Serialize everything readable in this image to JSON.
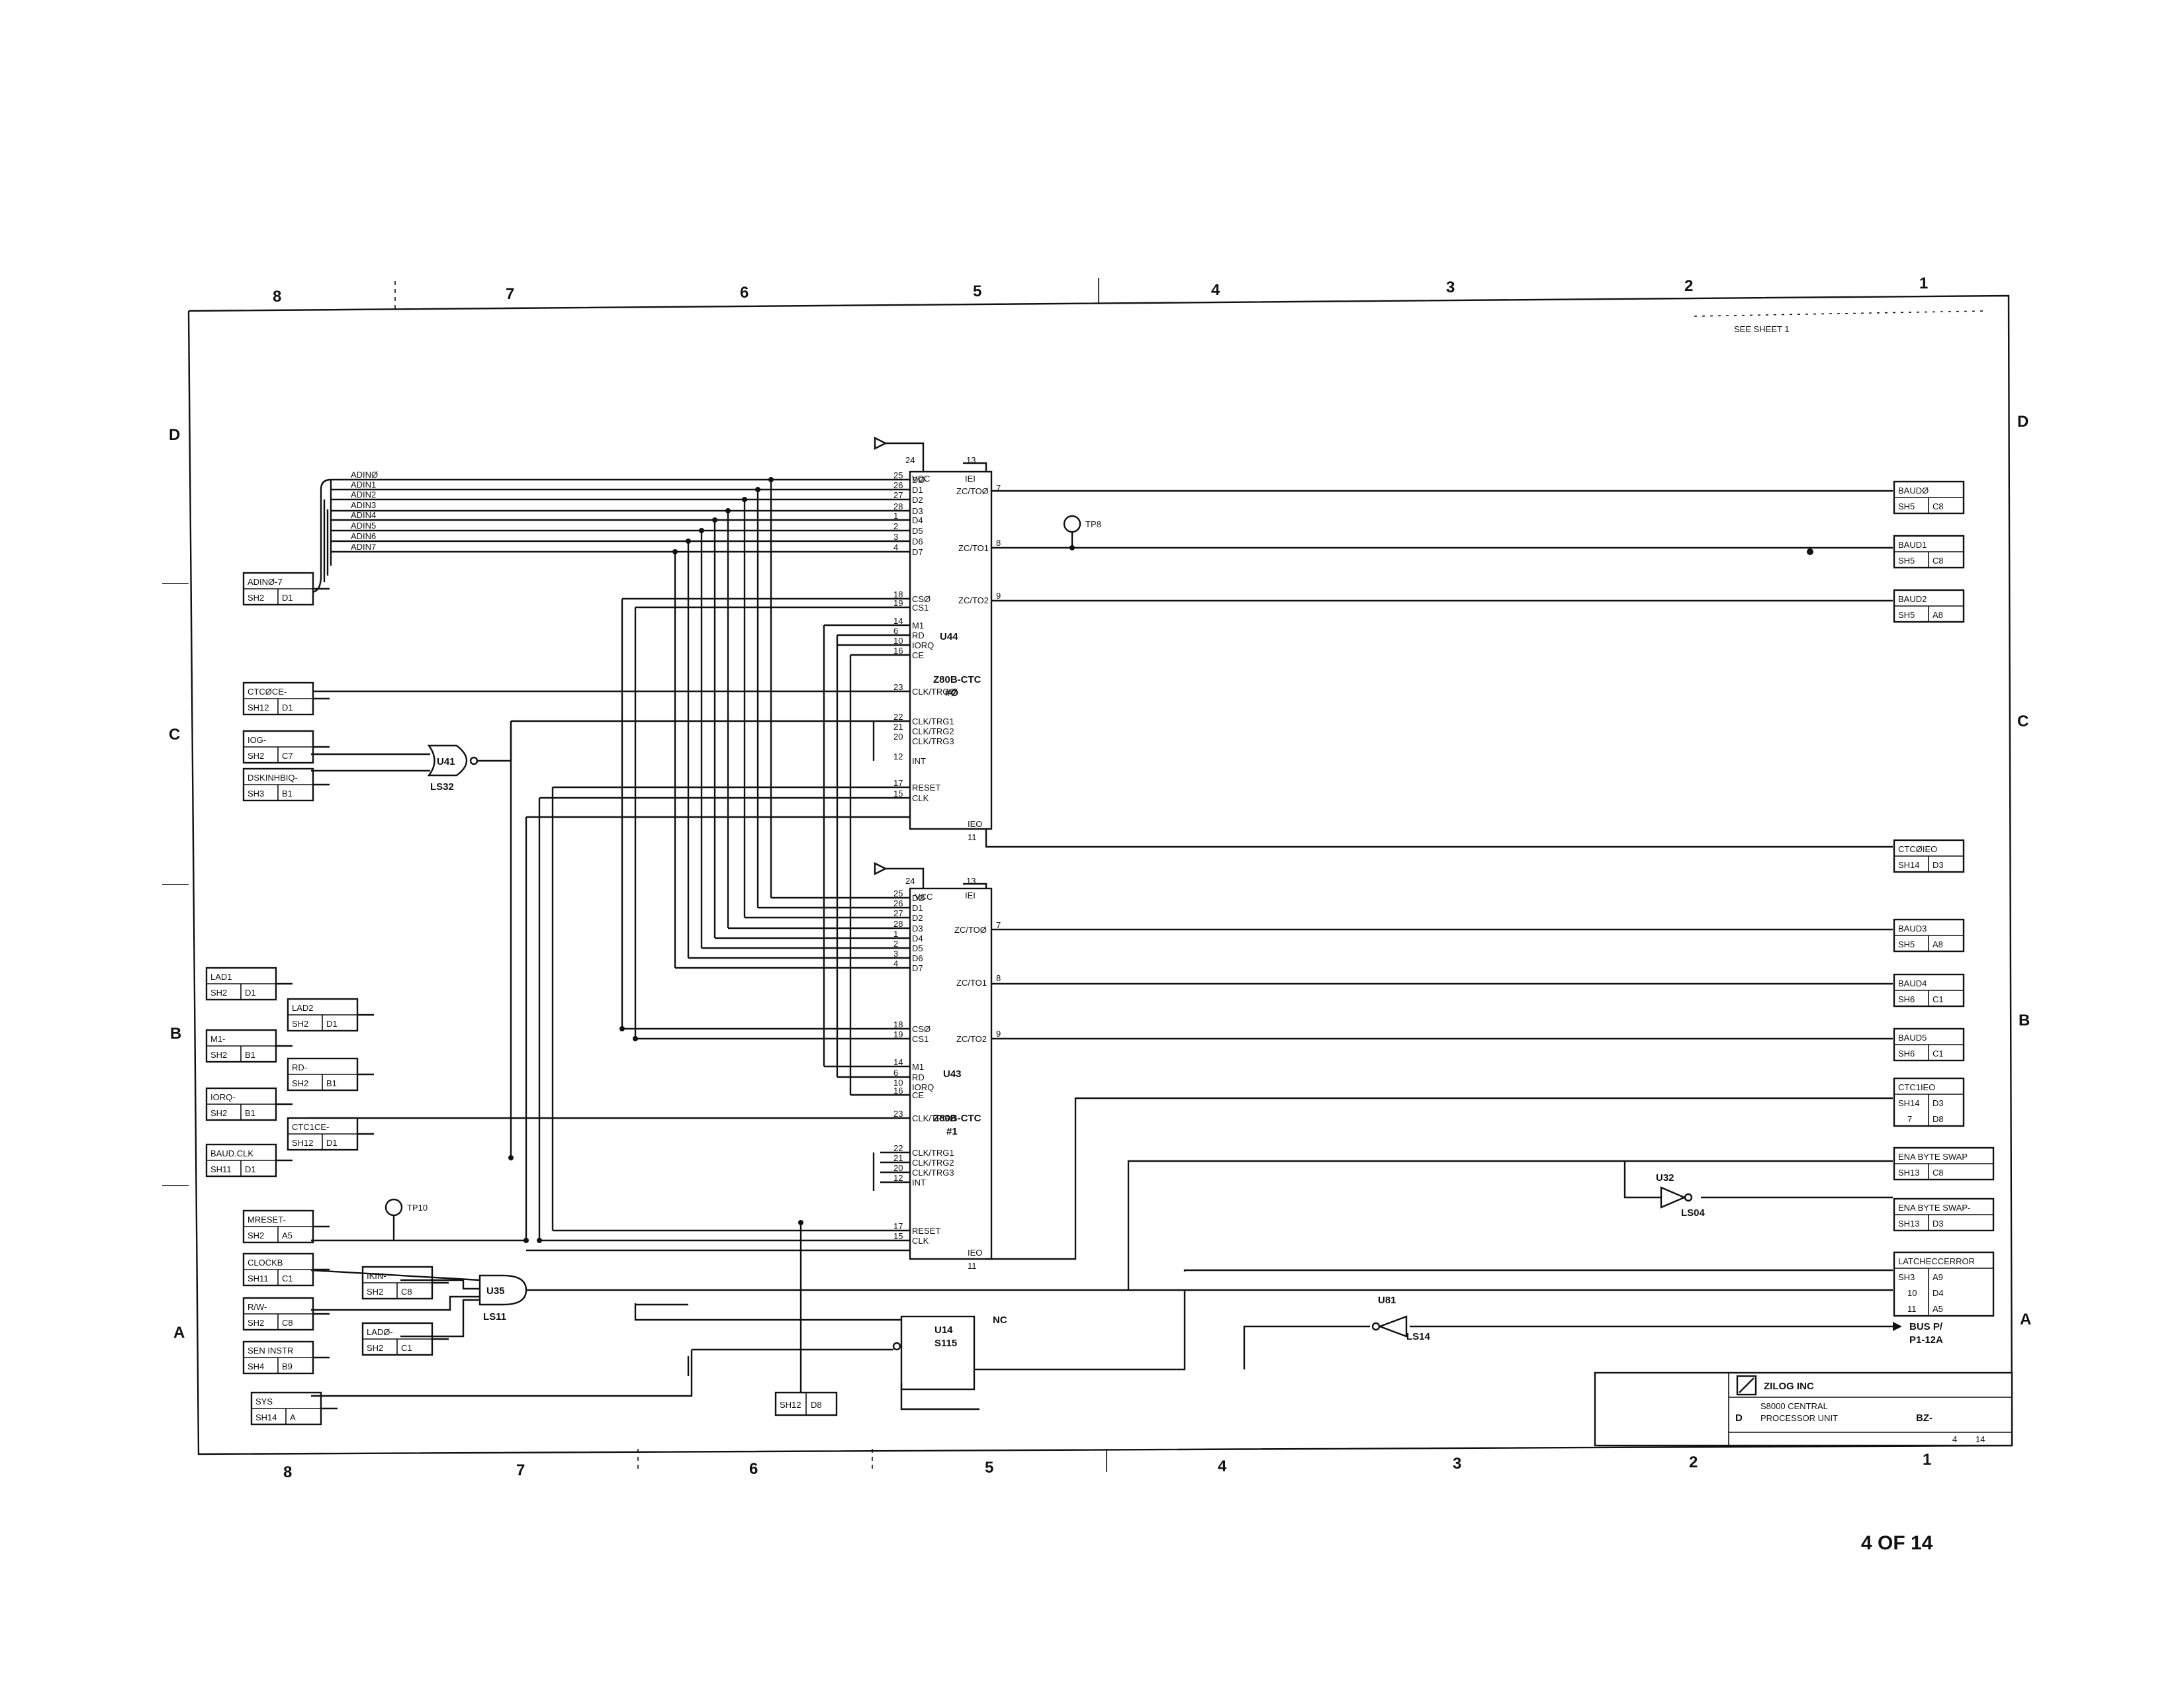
{
  "page": {
    "sheet_number": "4 OF 14"
  },
  "border": {
    "columns": [
      "8",
      "7",
      "6",
      "5",
      "4",
      "3",
      "2",
      "1"
    ],
    "rows": [
      "D",
      "C",
      "B",
      "A"
    ],
    "note": "SEE SHEET 1"
  },
  "inputs": [
    {
      "signal": "ADINØ-7",
      "ref1": "SH2",
      "ref2": "D1"
    },
    {
      "signal": "CTCØCE-",
      "ref1": "SH12",
      "ref2": "D1"
    },
    {
      "signal": "IOG-",
      "ref1": "SH2",
      "ref2": "C7"
    },
    {
      "signal": "DSKINHBIQ-",
      "ref1": "SH3",
      "ref2": "B1"
    },
    {
      "signal": "LAD1",
      "ref1": "SH2",
      "ref2": "D1"
    },
    {
      "signal": "LAD2",
      "ref1": "SH2",
      "ref2": "D1"
    },
    {
      "signal": "M1-",
      "ref1": "SH2",
      "ref2": "B1"
    },
    {
      "signal": "RD-",
      "ref1": "SH2",
      "ref2": "B1"
    },
    {
      "signal": "IORQ-",
      "ref1": "SH2",
      "ref2": "B1"
    },
    {
      "signal": "CTC1CE-",
      "ref1": "SH12",
      "ref2": "D1"
    },
    {
      "signal": "BAUD.CLK",
      "ref1": "SH11",
      "ref2": "D1"
    },
    {
      "signal": "MRESET-",
      "ref1": "SH2",
      "ref2": "A5"
    },
    {
      "signal": "CLOCKB",
      "ref1": "SH11",
      "ref2": "C1"
    },
    {
      "signal": "IKIN-",
      "ref1": "SH2",
      "ref2": "C8"
    },
    {
      "signal": "R/W-",
      "ref1": "SH2",
      "ref2": "C8"
    },
    {
      "signal": "LADØ-",
      "ref1": "SH2",
      "ref2": "C1"
    },
    {
      "signal": "SEN INSTR",
      "ref1": "SH4",
      "ref2": "B9"
    },
    {
      "signal": "SYS",
      "ref1": "SH14",
      "ref2": "A"
    }
  ],
  "bus_labels": [
    "ADINØ",
    "ADIN1",
    "ADIN2",
    "ADIN3",
    "ADIN4",
    "ADIN5",
    "ADIN6",
    "ADIN7"
  ],
  "chips": {
    "u44": {
      "ref": "U44",
      "part": "Z80B-CTC",
      "sub": "#Ø"
    },
    "u43": {
      "ref": "U43",
      "part": "Z80B-CTC",
      "sub": "#1"
    },
    "u41": {
      "ref": "U41",
      "part": "LS32"
    },
    "u35": {
      "ref": "U35",
      "part": "LS11"
    },
    "u14": {
      "ref": "U14",
      "part": "S115"
    },
    "u32": {
      "ref": "U32",
      "part": "LS04"
    },
    "u81": {
      "ref": "U81",
      "part": "LS14"
    }
  },
  "ctc_left_pins": [
    "DØ",
    "D1",
    "D2",
    "D3",
    "D4",
    "D5",
    "D6",
    "D7",
    "CSØ",
    "CS1",
    "M1",
    "RD",
    "IORQ",
    "CE",
    "CLK/TRGØ",
    "CLK/TRG1",
    "CLK/TRG2",
    "CLK/TRG3",
    "INT",
    "RESET",
    "CLK"
  ],
  "ctc_left_pin_numbers": [
    "25",
    "26",
    "27",
    "28",
    "1",
    "2",
    "3",
    "4",
    "18",
    "19",
    "14",
    "6",
    "10",
    "16",
    "23",
    "22",
    "21",
    "20",
    "12",
    "17",
    "15"
  ],
  "ctc_right_pins": [
    "ZC/TOØ",
    "ZC/TO1",
    "ZC/TO2"
  ],
  "ctc_misc": {
    "vcc": "VCC",
    "vcc_pin": "24",
    "ieo": "IEO",
    "iei": "IEI",
    "iei_pin": "13",
    "ieo_pin": "11",
    "out_pins": [
      "7",
      "8",
      "9"
    ]
  },
  "test_points": {
    "tp8": "TP8",
    "tp10": "TP10"
  },
  "outputs": [
    {
      "signal": "BAUDØ",
      "ref1": "SH5",
      "ref2": "C8"
    },
    {
      "signal": "BAUD1",
      "ref1": "SH5",
      "ref2": "C8"
    },
    {
      "signal": "BAUD2",
      "ref1": "SH5",
      "ref2": "A8"
    },
    {
      "signal": "CTCØIEO",
      "ref1": "SH14",
      "ref2": "D3"
    },
    {
      "signal": "BAUD3",
      "ref1": "SH5",
      "ref2": "A8"
    },
    {
      "signal": "BAUD4",
      "ref1": "SH6",
      "ref2": "C1"
    },
    {
      "signal": "BAUD5",
      "ref1": "SH6",
      "ref2": "C1"
    },
    {
      "signal": "CTC1IEO",
      "ref1": "SH14",
      "ref2": "D3",
      "ref3": "7",
      "ref4": "D8"
    },
    {
      "signal": "ENA BYTE SWAP",
      "ref1": "SH13",
      "ref2": "C8"
    },
    {
      "signal": "ENA BYTE SWAP-",
      "ref1": "SH13",
      "ref2": "D3"
    },
    {
      "signal": "LATCHECCERROR",
      "ref1": "SH3",
      "ref2": "A9"
    }
  ],
  "latch_extra": [
    {
      "a": "10",
      "b": "D4"
    },
    {
      "a": "11",
      "b": "A5"
    }
  ],
  "bus_out": {
    "line1": "BUS P/",
    "line2": "P1-12A"
  },
  "nc_label": "NC",
  "small_box": {
    "ref1": "SH12",
    "ref2": "D8"
  },
  "title_block": {
    "company": "ZILOG INC",
    "title1": "S8000 CENTRAL",
    "title2": "PROCESSOR UNIT",
    "size": "D",
    "doc": "BZ-",
    "sheet": "4",
    "of": "14"
  }
}
